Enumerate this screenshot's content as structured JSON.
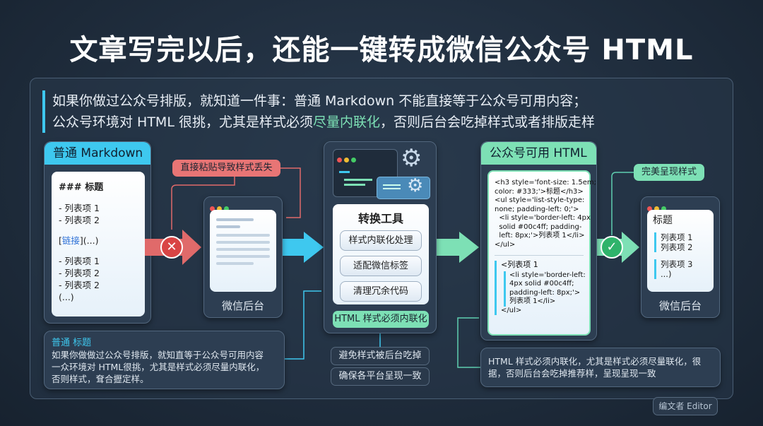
{
  "title": "文章写完以后，还能一键转成微信公众号 HTML",
  "intro": {
    "line1": "如果你做过公众号排版，就知道一件事：普通 Markdown 不能直接等于公众号可用内容；",
    "line2_a": "公众号环境对 HTML 很挑，尤其是样式必须",
    "line2_hl": "尽量内联化",
    "line2_b": "，否则后台会吃掉样式或者排版走样"
  },
  "markdown": {
    "header": "普通 Markdown",
    "heading": "### 标题",
    "items1": [
      "- 列表项 1",
      "- 列表项 2"
    ],
    "link_open": "[",
    "link_text": "链接",
    "link_close": "](...)",
    "items2": [
      "- 列表项 1",
      "- 列表项 2",
      "- 列表项 2",
      "(...)"
    ]
  },
  "error_label": "直接粘贴导致样式丢失",
  "wechat_label": "微信后台",
  "tool": {
    "title": "转换工具",
    "steps": [
      "样式内联化处理",
      "适配微信标签",
      "清理冗余代码"
    ],
    "footer": "HTML 样式必须内联化",
    "benefits": [
      "避免样式被后台吃掉",
      "确保各平台呈现一致"
    ]
  },
  "html": {
    "header": "公众号可用 HTML",
    "code1": [
      "<h3 style='font-size: 1.5em;",
      "color: #333;'>标题</h3>",
      "<ul style='list-style-type:",
      "none; padding-left: 0;'>",
      "  <li style='border-left: 4px",
      "  solid #00c4ff; padding-",
      "  left: 8px;'>列表项 1</li>",
      "</ul>"
    ],
    "code2_head": "<列表项 1",
    "code2": [
      "<li style='border-left:",
      "4px solid #00c4ff;",
      "padding-left: 8px;'>",
      "列表项 1</li>"
    ],
    "code2_tail": "</ul>"
  },
  "success_label": "完美呈现样式",
  "preview": {
    "title": "标题",
    "group1": [
      "列表项 1",
      "列表项 2"
    ],
    "group2": [
      "列表项 3",
      "...)"
    ]
  },
  "left_note": {
    "title": "普通 标题",
    "lines": [
      "如果你做做过公众号排版，就知直等于公众号可用内容",
      "一众环境对 HTML很挑，尤其是样式必须尽量内联化，",
      "否则样式，耷合攊定样。"
    ]
  },
  "right_note": {
    "lines": [
      "HTML 样式必须内联化，尤其是样式必须尽量联化，很",
      "据，否则后台会吃掉推荐样，呈现呈现一致"
    ]
  },
  "badge": "编文者 Editor",
  "colors": {
    "cyan": "#3ec8ef",
    "green": "#7de0b5",
    "red": "#e87575",
    "bg": "#1c2a3a"
  },
  "icons": [
    "close-icon",
    "check-icon",
    "gear-icon"
  ]
}
